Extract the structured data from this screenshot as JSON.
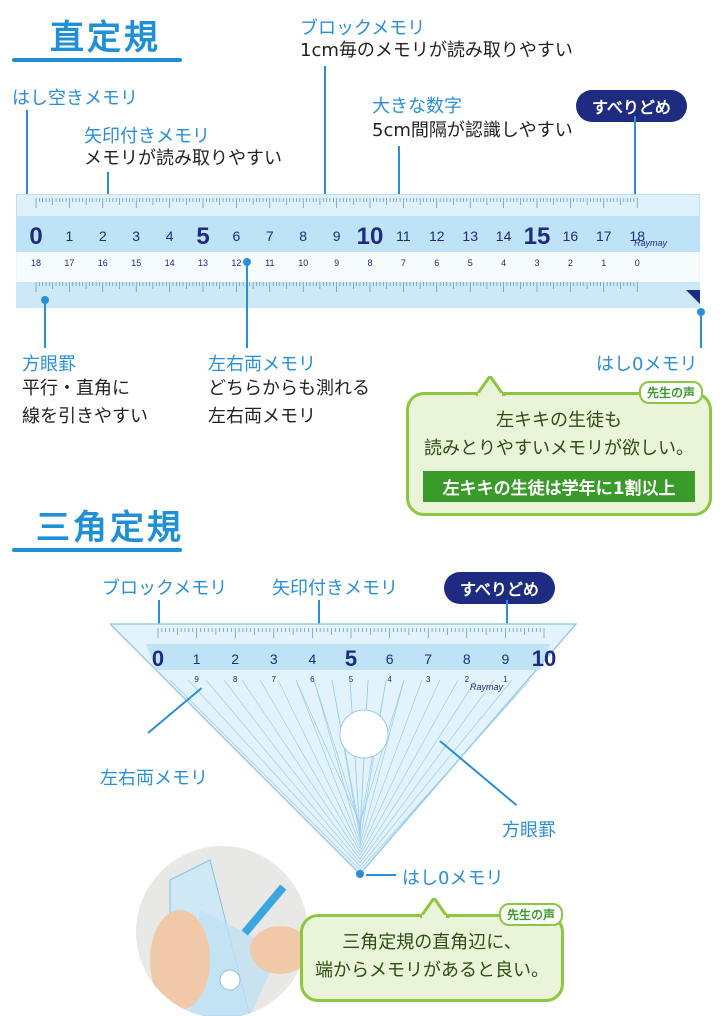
{
  "sections": {
    "straight_title": "直定規",
    "triangle_title": "三角定規"
  },
  "straight": {
    "labels": {
      "block_memori": "ブロックメモリ",
      "block_memori_desc": "1cm毎のメモリが読み取りやすい",
      "edge_gap": "はし空きメモリ",
      "arrow_memori": "矢印付きメモリ",
      "arrow_memori_desc": "メモリが読み取りやすい",
      "big_numbers": "大きな数字",
      "big_numbers_desc": "5cm間隔が認識しやすい",
      "anti_slip": "すべりどめ",
      "grid": "方眼罫",
      "grid_desc_1": "平行・直角に",
      "grid_desc_2": "線を引きやすい",
      "both_sides": "左右両メモリ",
      "both_sides_desc_1": "どちらからも測れる",
      "both_sides_desc_2": "左右両メモリ",
      "edge_zero": "はし0メモリ"
    },
    "ruler": {
      "top_numbers": [
        "0",
        "1",
        "2",
        "3",
        "4",
        "5",
        "6",
        "7",
        "8",
        "9",
        "10",
        "11",
        "12",
        "13",
        "14",
        "15",
        "16",
        "17",
        "18"
      ],
      "bottom_numbers": [
        "18",
        "17",
        "16",
        "15",
        "14",
        "13",
        "12",
        "11",
        "10",
        "9",
        "8",
        "7",
        "6",
        "5",
        "4",
        "3",
        "2",
        "1",
        "0"
      ],
      "brand": "Raymay"
    },
    "voice": {
      "tag": "先生の声",
      "line1": "左キキの生徒も",
      "line2": "読みとりやすいメモリが欲しい。",
      "highlight": "左キキの生徒は学年に1割以上"
    }
  },
  "triangle": {
    "labels": {
      "block_memori": "ブロックメモリ",
      "arrow_memori": "矢印付きメモリ",
      "anti_slip": "すべりどめ",
      "both_sides": "左右両メモリ",
      "grid": "方眼罫",
      "edge_zero": "はし0メモリ"
    },
    "ruler": {
      "top_numbers": [
        "0",
        "1",
        "2",
        "3",
        "4",
        "5",
        "6",
        "7",
        "8",
        "9",
        "10"
      ],
      "bottom_numbers": [
        "9",
        "8",
        "7",
        "6",
        "5",
        "4",
        "3",
        "2",
        "1"
      ],
      "brand": "Raymay"
    },
    "voice": {
      "tag": "先生の声",
      "line1": "三角定規の直角辺に、",
      "line2": "端からメモリがあると良い。"
    }
  },
  "colors": {
    "accent_blue": "#1f8fd6",
    "ruler_blue": "#cfe9f7",
    "number_blue": "#1d2b80",
    "pill_navy": "#1d2b80",
    "bubble_green": "#8dc63f",
    "bubble_fill": "#e9f4d9"
  }
}
